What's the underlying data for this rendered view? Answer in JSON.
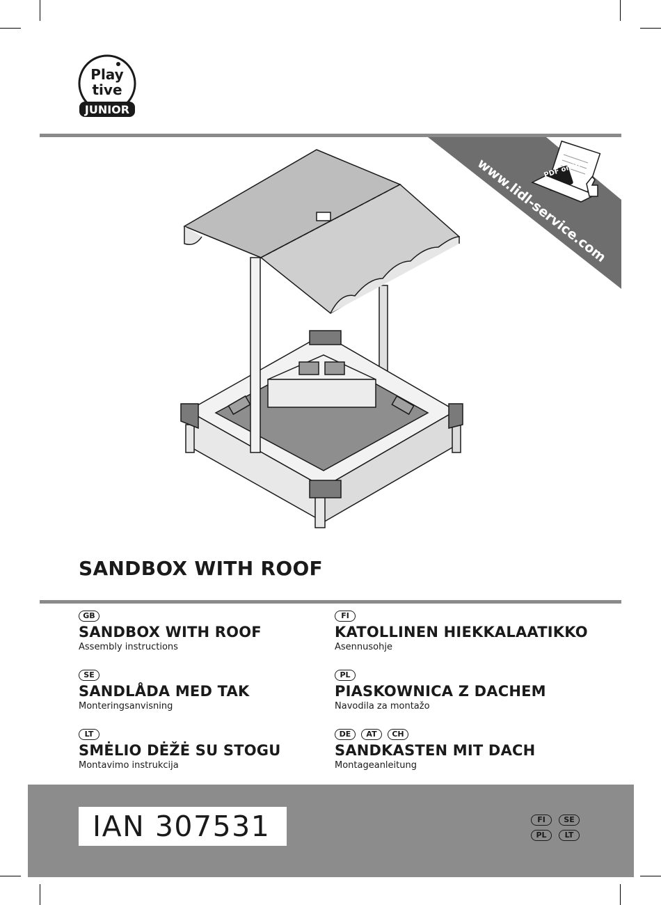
{
  "brand": {
    "logo_text": "Playtive JUNIOR"
  },
  "banner": {
    "url": "www.lidl-service.com",
    "badge": "PDF online"
  },
  "illustration": {
    "icon": "sandbox-with-roof-illustration"
  },
  "main_title": "SANDBOX WITH ROOF",
  "languages": [
    {
      "codes": [
        "GB"
      ],
      "title": "SANDBOX WITH ROOF",
      "subtitle": "Assembly instructions"
    },
    {
      "codes": [
        "FI"
      ],
      "title": "KATOLLINEN HIEKKALAATIKKO",
      "subtitle": "Asennusohje"
    },
    {
      "codes": [
        "SE"
      ],
      "title": "SANDLÅDA MED TAK",
      "subtitle": "Monteringsanvisning"
    },
    {
      "codes": [
        "PL"
      ],
      "title": "PIASKOWNICA Z DACHEM",
      "subtitle": "Navodila za montažo"
    },
    {
      "codes": [
        "LT"
      ],
      "title": "SMĖLIO DĖŽĖ SU STOGU",
      "subtitle": "Montavimo instrukcija"
    },
    {
      "codes": [
        "DE",
        "AT",
        "CH"
      ],
      "title": "SANDKASTEN MIT DACH",
      "subtitle": "Montageanleitung"
    }
  ],
  "footer": {
    "ian": "IAN 307531",
    "codes": [
      "FI",
      "SE",
      "PL",
      "LT"
    ]
  },
  "colors": {
    "rule": "#8a8a8a",
    "footer_band": "#8c8c8c",
    "banner": "#6e6e6e"
  }
}
